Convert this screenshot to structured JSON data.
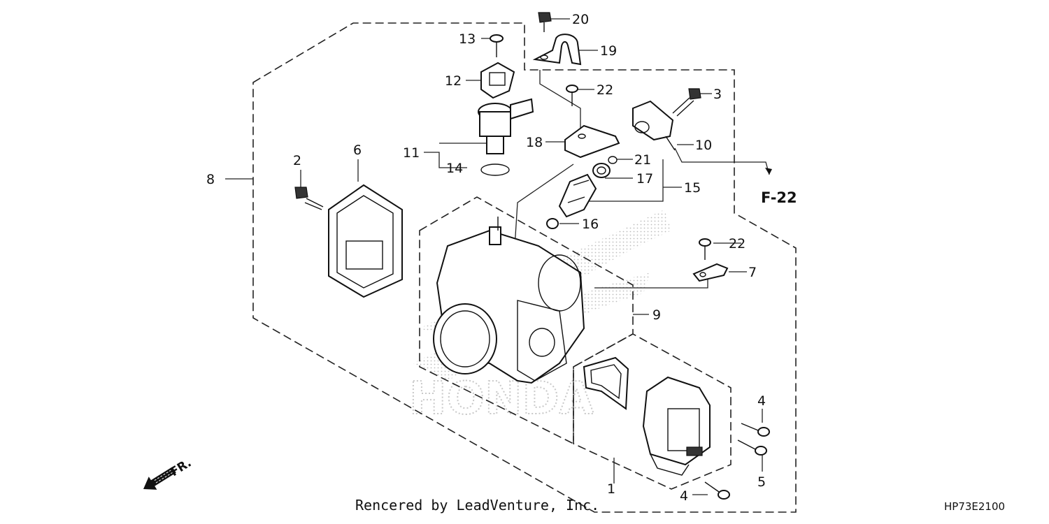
{
  "diagram": {
    "callouts": {
      "c1": "1",
      "c2": "2",
      "c3": "3",
      "c4a": "4",
      "c4b": "4",
      "c5": "5",
      "c6": "6",
      "c7": "7",
      "c8": "8",
      "c9": "9",
      "c10": "10",
      "c11": "11",
      "c12": "12",
      "c13": "13",
      "c14": "14",
      "c15": "15",
      "c16": "16",
      "c17": "17",
      "c18": "18",
      "c19": "19",
      "c20": "20",
      "c21": "21",
      "c22a": "22",
      "c22b": "22"
    },
    "reference": "F-22",
    "front_arrow_label": "FR.",
    "watermark_text": "HONDA",
    "footer": {
      "credit": "Rencered by LeadVenture, Inc.",
      "diagram_code": "HP73E2100"
    }
  }
}
